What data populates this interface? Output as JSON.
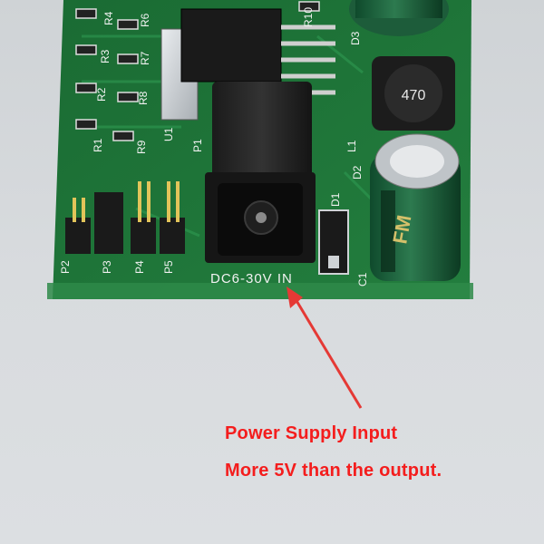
{
  "photo": {
    "description_labels": {
      "input_silkscreen": "DC6-30V  IN",
      "inductor_marking": "470",
      "capacitor_marking": "FM",
      "refs": {
        "p2": "P2",
        "p3": "P3",
        "p4": "P4",
        "p5": "P5",
        "r1": "R1",
        "r2": "R2",
        "r3": "R3",
        "r4": "R4",
        "r6": "R6",
        "r7": "R7",
        "r8": "R8",
        "r9": "R9",
        "r10": "R10",
        "d1": "D1",
        "d2": "D2",
        "d3": "D3",
        "c1": "C1",
        "l1": "L1",
        "p1": "P1",
        "u1": "U1"
      }
    }
  },
  "caption": {
    "line1": "Power Supply Input",
    "line2": "More 5V than the output."
  },
  "colors": {
    "pcb": "#1f7a3a",
    "caption_red": "#f41d1d",
    "arrow_red": "#e53935",
    "background": "#d7dadd"
  }
}
